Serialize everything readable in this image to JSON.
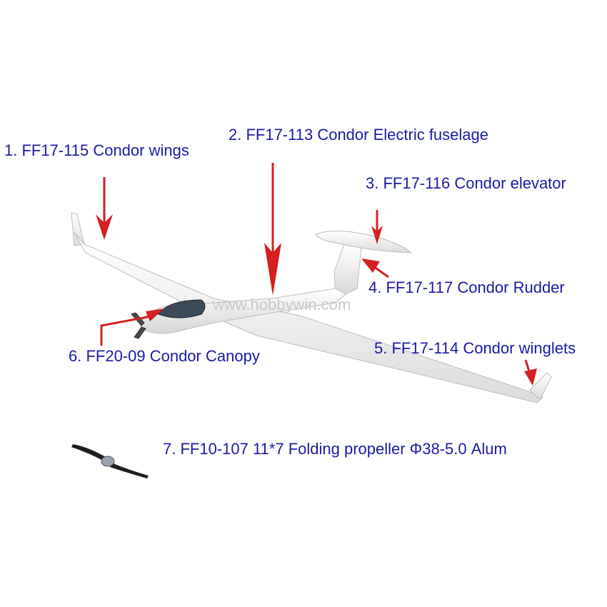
{
  "labels": {
    "wings": "1. FF17-115  Condor wings",
    "fuselage": "2. FF17-113  Condor Electric fuselage",
    "elevator": "3. FF17-116 Condor elevator",
    "rudder": "4. FF17-117 Condor Rudder",
    "winglets": "5. FF17-114 Condor winglets",
    "canopy": "6. FF20-09  Condor Canopy",
    "propeller": "7. FF10-107 11*7 Folding propeller Φ38-5.0 Alum"
  },
  "watermark": "www.hobbywin.com",
  "colors": {
    "label": "#1a1aa6",
    "arrow": "#d42020",
    "airframe": "#f7f7f7",
    "outline": "#bdbdbd"
  }
}
